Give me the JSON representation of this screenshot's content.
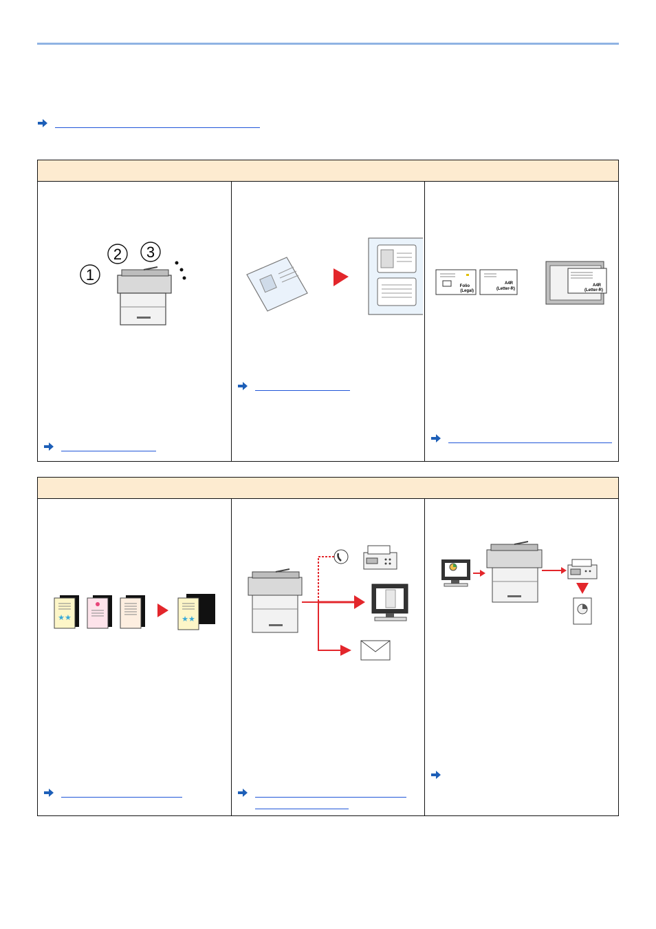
{
  "colors": {
    "accent_line": "#8fb3e3",
    "section_header_bg": "#fdebd0",
    "link": "#1f55d8",
    "arrow_icon": "#1d5fb8",
    "highlight_red": "#e3262b"
  },
  "illustration_labels": {
    "mixed_size": {
      "folio": "Folio",
      "legal": "(Legal)",
      "a4r": "A4R",
      "letter_r": "(Letter-R)"
    }
  },
  "icons": [
    "link-arrow-icon",
    "copier-icon",
    "fax-icon",
    "monitor-icon",
    "envelope-icon",
    "phone-icon",
    "document-icon"
  ]
}
